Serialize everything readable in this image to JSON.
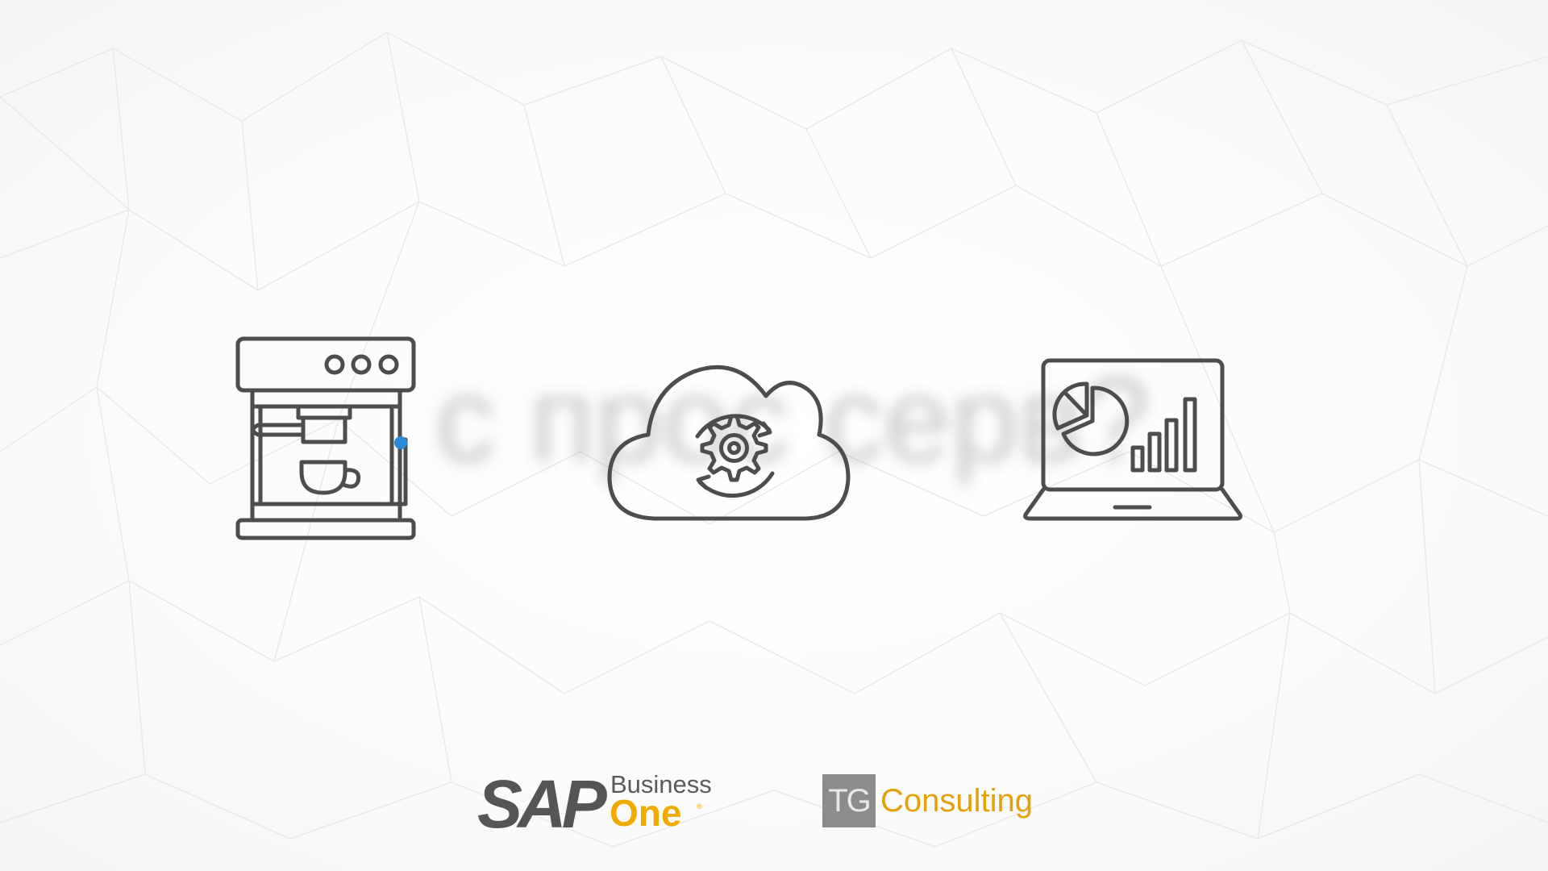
{
  "background": {
    "color": "#ffffff",
    "net_color": "#e6e6e6"
  },
  "blurred_caption": "с прос серв?",
  "icons": [
    {
      "name": "coffee-machine-icon"
    },
    {
      "name": "cloud-gear-icon"
    },
    {
      "name": "laptop-analytics-icon"
    }
  ],
  "icon_stroke_color": "#4d4d4d",
  "accent_dot_color": "#2b8ad8",
  "logos": {
    "sap": {
      "mark": "SAP",
      "line1": "Business",
      "line2": "One",
      "registered": "®",
      "mark_color": "#555555",
      "accent_color": "#f0ab00"
    },
    "tg": {
      "box_text": "TG",
      "text": "Consulting",
      "box_color": "#8c8c8c",
      "text_color": "#e3a20b"
    }
  }
}
